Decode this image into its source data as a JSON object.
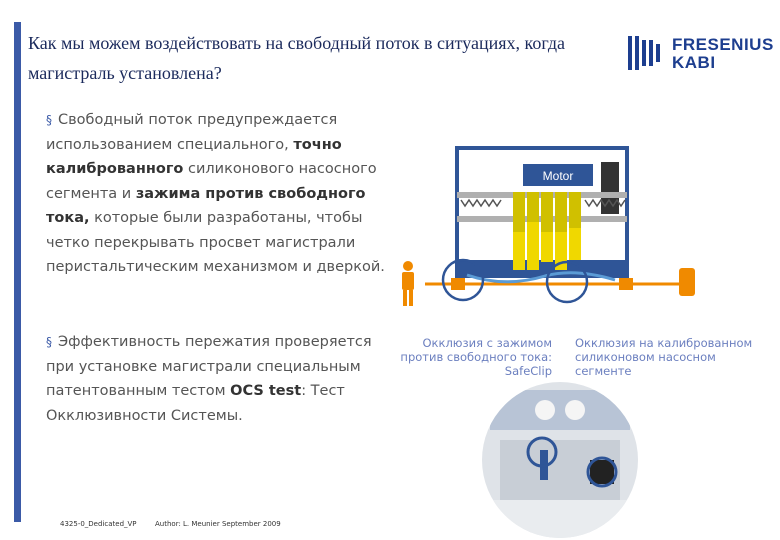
{
  "title": {
    "line1": "Как мы можем воздействовать на свободный поток в ситуациях, когда",
    "line2": "магистраль установлена?"
  },
  "logo": {
    "line1": "FRESENIUS",
    "line2": "KABI"
  },
  "paragraph1": {
    "bullet": "§",
    "t1": "Свободный поток предупреждается использованием специального, ",
    "b1": "точно калиброванного",
    "t2": " силиконового насосного сегмента и ",
    "b2": "зажима против свободного тока,",
    "t3": " которые были разработаны, чтобы четко перекрывать просвет магистрали перистальтическим механизмом и дверкой."
  },
  "paragraph2": {
    "bullet": "§",
    "t1": "Эффективность пережатия проверяется при установке магистрали специальным патентованным тестом ",
    "b1": "OCS test",
    "t2": ": Тест Окклюзивности Системы."
  },
  "diagram": {
    "motor_label": "Motor"
  },
  "captions": {
    "left": "Окклюзия с зажимом против свободного тока: SafeClip",
    "right": "Окклюзия на калиброванном силиконовом насосном сегменте"
  },
  "footer": {
    "doc_id": "4325-0_Dedicated_VP",
    "author": "Author: L. Meunier  September 2009"
  },
  "colors": {
    "accent": "#3b5aa7",
    "title": "#1b2a5c",
    "caption": "#6b7fbf",
    "motor": "#2f5597",
    "piston": "#f0d800"
  }
}
